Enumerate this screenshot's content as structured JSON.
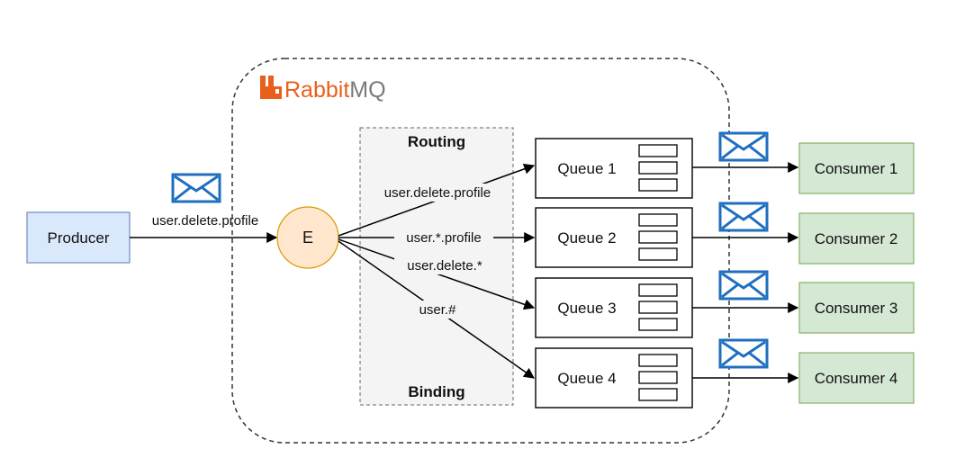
{
  "logo": {
    "text_rabbit": "Rabbit",
    "text_mq": "MQ",
    "color": "#e8601c"
  },
  "producer": {
    "label": "Producer",
    "fill": "#dae8fc",
    "stroke": "#6c8ebf"
  },
  "message": {
    "routing_key": "user.delete.profile",
    "envelope_color": "#1f6fbf"
  },
  "exchange": {
    "label": "E",
    "fill": "#ffe6cc",
    "stroke": "#d79b00"
  },
  "routing_box": {
    "title_top": "Routing",
    "title_bottom": "Binding"
  },
  "bindings": [
    {
      "key": "user.delete.profile"
    },
    {
      "key": "user.*.profile"
    },
    {
      "key": "user.delete.*"
    },
    {
      "key": "user.#"
    }
  ],
  "queues": [
    {
      "label": "Queue 1"
    },
    {
      "label": "Queue 2"
    },
    {
      "label": "Queue 3"
    },
    {
      "label": "Queue 4"
    }
  ],
  "consumers": [
    {
      "label": "Consumer 1"
    },
    {
      "label": "Consumer 2"
    },
    {
      "label": "Consumer 3"
    },
    {
      "label": "Consumer 4"
    }
  ],
  "consumer_style": {
    "fill": "#d5e8d4",
    "stroke": "#82b366"
  }
}
